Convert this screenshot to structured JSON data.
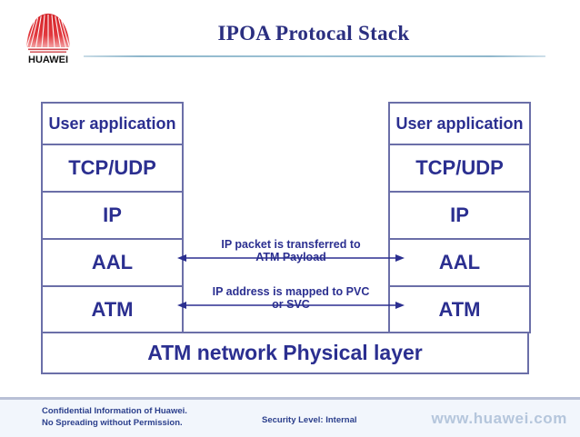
{
  "header": {
    "title": "IPOA Protocal Stack",
    "logo_alt": "HUAWEI",
    "logo_wordmark": "HUAWEI",
    "accent_color": "#2b2f80",
    "rule_color": "#9dc2d4"
  },
  "diagram": {
    "border_color": "#6b6fa8",
    "text_color": "#2b2f90",
    "left_stack": {
      "name": "left-protocol-stack",
      "layers": [
        {
          "label": "User application"
        },
        {
          "label": "TCP/UDP"
        },
        {
          "label": "IP"
        },
        {
          "label": "AAL"
        },
        {
          "label": "ATM"
        }
      ]
    },
    "right_stack": {
      "name": "right-protocol-stack",
      "layers": [
        {
          "label": "User application"
        },
        {
          "label": "TCP/UDP"
        },
        {
          "label": "IP"
        },
        {
          "label": "AAL"
        },
        {
          "label": "ATM"
        }
      ]
    },
    "physical_layer": {
      "label": "ATM network Physical layer"
    },
    "annotations": [
      {
        "line1": "IP packet is transferred to",
        "line2": "ATM Payload",
        "arrow": "double-headed"
      },
      {
        "line1": "IP address is mapped to PVC",
        "line2": "or SVC",
        "arrow": "double-headed"
      }
    ]
  },
  "footer": {
    "confidential_line1": "Confidential Information of Huawei.",
    "confidential_line2": "No Spreading without Permission.",
    "security_level": "Security Level: Internal",
    "website": "www.huawei.com",
    "background": "#f2f6fc",
    "text_color": "#2b3f8c",
    "url_color": "#b5c6dc"
  }
}
